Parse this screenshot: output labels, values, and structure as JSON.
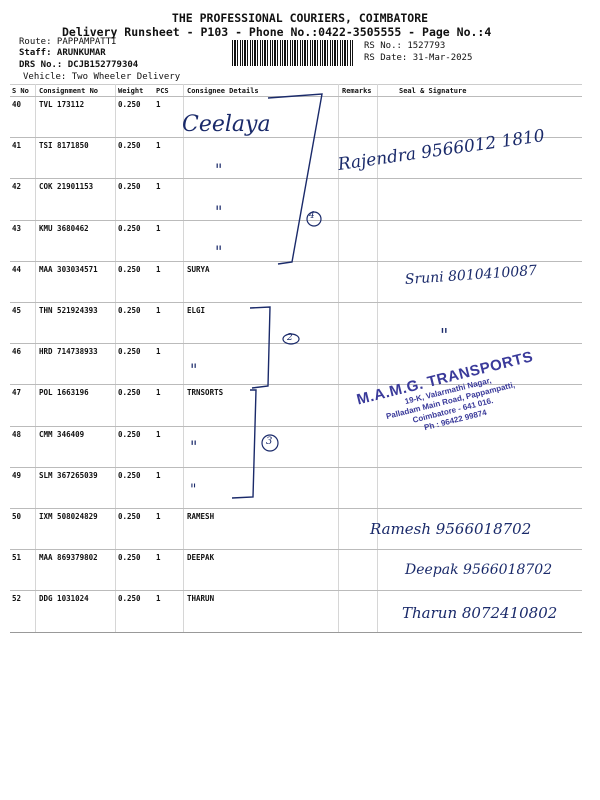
{
  "header": {
    "company": "THE PROFESSIONAL COURIERS, COIMBATORE",
    "subtitle": "Delivery Runsheet - P103 - Phone No.:0422-3505555 - Page No.:4",
    "route": "Route: PAPPAMPATTI",
    "staff": "Staff: ARUNKUMAR",
    "drs": "DRS No.: DCJB152779304",
    "vehicle": "Vehicle: Two Wheeler Delivery",
    "rs_no": "RS No.: 1527793",
    "rs_date": "RS Date: 31-Mar-2025"
  },
  "table": {
    "columns": [
      "S No",
      "Consignment No",
      "Weight",
      "PCS",
      "Consignee Details",
      "Remarks",
      "Seal & Signature"
    ],
    "rows": [
      {
        "sno": "40",
        "cn": "TVL 173112",
        "wt": "0.250",
        "pcs": "1",
        "consignee": ""
      },
      {
        "sno": "41",
        "cn": "TSI 8171850",
        "wt": "0.250",
        "pcs": "1",
        "consignee": ""
      },
      {
        "sno": "42",
        "cn": "COK 21901153",
        "wt": "0.250",
        "pcs": "1",
        "consignee": ""
      },
      {
        "sno": "43",
        "cn": "KMU 3680462",
        "wt": "0.250",
        "pcs": "1",
        "consignee": ""
      },
      {
        "sno": "44",
        "cn": "MAA 303034571",
        "wt": "0.250",
        "pcs": "1",
        "consignee": "SURYA"
      },
      {
        "sno": "45",
        "cn": "THN 521924393",
        "wt": "0.250",
        "pcs": "1",
        "consignee": "ELGI"
      },
      {
        "sno": "46",
        "cn": "HRD 714738933",
        "wt": "0.250",
        "pcs": "1",
        "consignee": ""
      },
      {
        "sno": "47",
        "cn": "POL 1663196",
        "wt": "0.250",
        "pcs": "1",
        "consignee": "TRNSORTS"
      },
      {
        "sno": "48",
        "cn": "CMM 346409",
        "wt": "0.250",
        "pcs": "1",
        "consignee": ""
      },
      {
        "sno": "49",
        "cn": "SLM 367265039",
        "wt": "0.250",
        "pcs": "1",
        "consignee": ""
      },
      {
        "sno": "50",
        "cn": "IXM 508024829",
        "wt": "0.250",
        "pcs": "1",
        "consignee": "RAMESH"
      },
      {
        "sno": "51",
        "cn": "MAA 869379802",
        "wt": "0.250",
        "pcs": "1",
        "consignee": "DEEPAK"
      },
      {
        "sno": "52",
        "cn": "DDG 1031024",
        "wt": "0.250",
        "pcs": "1",
        "consignee": "THARUN"
      }
    ]
  },
  "handwriting": {
    "row40": "Ceelaya",
    "ditto": "\"",
    "group1": "4",
    "group2": "2",
    "group3": "3",
    "sig1": "Rajendra 9566012 1810",
    "sig2": "Sruni 8010410087",
    "sig3": "Ramesh 9566018702",
    "sig4": "Deepak 9566018702",
    "sig5": "Tharun 8072410802"
  },
  "stamp": {
    "name": "M.A.M.G. TRANSPORTS",
    "line1": "19-K, Valarmathi Nagar,",
    "line2": "Palladam Main Road, Pappampatti,",
    "line3": "Coimbatore - 641 016.",
    "phone": "Ph : 96422 99874"
  }
}
